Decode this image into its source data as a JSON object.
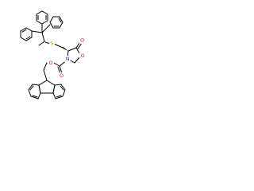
{
  "atoms": {
    "sulfur": "S",
    "ring_nitrogen": "N",
    "ring_oxygen": "O",
    "carbonyl_oxygen": "O",
    "carbamate_carbonyl_oxygen": "O",
    "carbamate_ester_oxygen": "O"
  },
  "colors": {
    "bond": "#000000",
    "sulfur": "#b5a100",
    "nitrogen": "#1f3fd6",
    "oxygen": "#e41a1a"
  }
}
